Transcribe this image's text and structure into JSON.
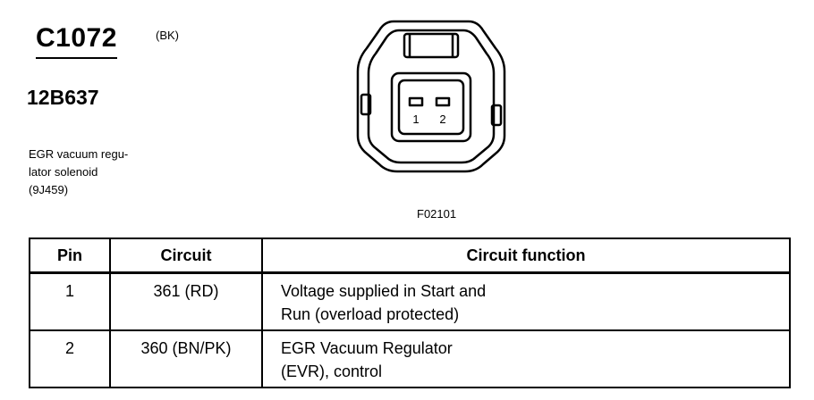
{
  "connector": {
    "id": "C1072",
    "color": "(BK)"
  },
  "part_number": "12B637",
  "component": {
    "lines": [
      "EGR vacuum regu-",
      "lator solenoid",
      "(9J459)"
    ]
  },
  "diagram": {
    "pin_labels": [
      "1",
      "2"
    ]
  },
  "figure_id": "F02101",
  "table": {
    "headers": [
      "Pin",
      "Circuit",
      "Circuit function"
    ],
    "rows": [
      {
        "pin": "1",
        "circuit": "361 (RD)",
        "function": [
          "Voltage supplied in Start and",
          "Run (overload protected)"
        ]
      },
      {
        "pin": "2",
        "circuit": "360 (BN/PK)",
        "function": [
          "EGR Vacuum Regulator",
          "(EVR), control"
        ]
      }
    ]
  }
}
